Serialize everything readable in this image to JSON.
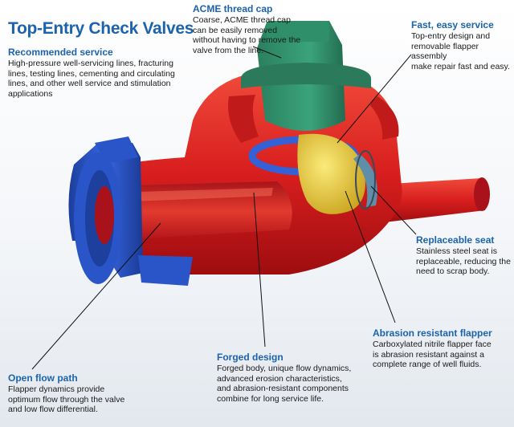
{
  "title": "Top-Entry Check Valves",
  "callouts": {
    "recommended": {
      "heading": "Recommended service",
      "body": "High-pressure well-servicing lines, fracturing\nlines, testing lines, cementing and circulating\nlines, and other well service and stimulation\napplications"
    },
    "acme": {
      "heading": "ACME thread cap",
      "body": "Coarse, ACME thread cap\ncan be easily removed\nwithout having to remove the\nvalve from the line."
    },
    "fast": {
      "heading": "Fast, easy service",
      "body": "Top-entry design and\nremovable flapper assembly\nmake repair fast and easy."
    },
    "seat": {
      "heading": "Replaceable seat",
      "body": "Stainless steel seat is\nreplaceable, reducing the\nneed to scrap body."
    },
    "flapper": {
      "heading": "Abrasion resistant flapper",
      "body": "Carboxylated nitrile flapper face\nis abrasion resistant against a\ncomplete range of well fluids."
    },
    "forged": {
      "heading": "Forged design",
      "body": "Forged body, unique flow dynamics,\nadvanced erosion characteristics,\nand abrasion-resistant components\ncombine for long service life."
    },
    "openflow": {
      "heading": "Open flow path",
      "body": "Flapper dynamics provide\noptimum flow through the valve\nand low flow differential."
    }
  },
  "colors": {
    "title": "#1b63ad",
    "body_red": "#d81e1e",
    "union_blue": "#2a55c8",
    "cap_green": "#2f8f6a",
    "flapper_yellow": "#e9c93a"
  }
}
